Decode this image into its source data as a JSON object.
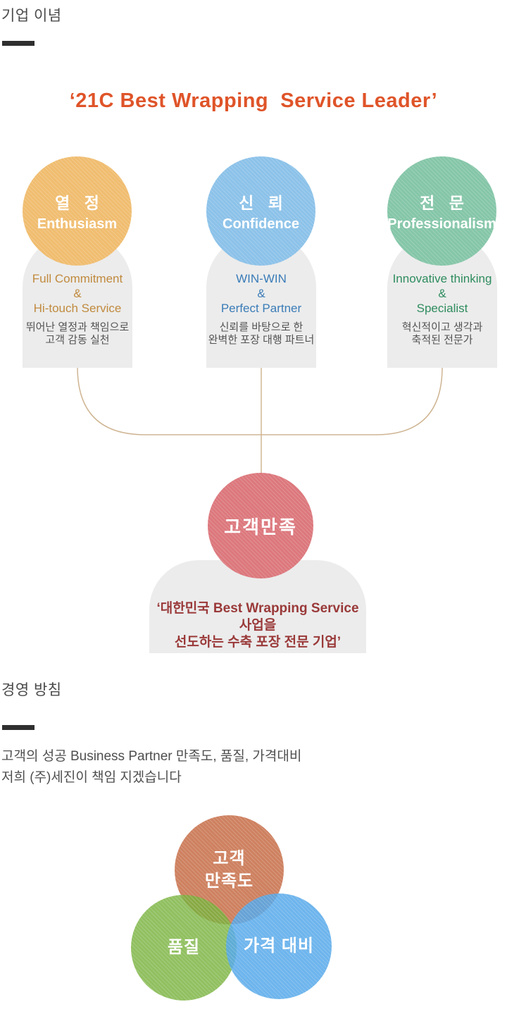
{
  "philosophy": {
    "heading": "기업 이념",
    "title": "‘21C Best Wrapping  Service Leader’",
    "title_color": "#df5429",
    "pillars": [
      {
        "kr": "열 정",
        "en": "Enthusiasm",
        "circle_color": "#f0bd70",
        "accent_color": "#c08a3e",
        "sub_en": [
          "Full Commitment",
          "&",
          "Hi-touch Service"
        ],
        "sub_kr": [
          "뛰어난 열정과 책임으로",
          "고객 감동 실천"
        ]
      },
      {
        "kr": "신 뢰",
        "en": "Confidence",
        "circle_color": "#8cc2e9",
        "accent_color": "#3a7cb8",
        "sub_en": [
          "WIN-WIN",
          "&",
          "Perfect Partner"
        ],
        "sub_kr": [
          "신뢰를 바탕으로 한",
          "완벽한 포장 대행 파트너"
        ]
      },
      {
        "kr": "전 문",
        "en": "Professionalism",
        "circle_color": "#85c6a8",
        "accent_color": "#2e8c5e",
        "sub_en": [
          "Innovative thinking",
          "&",
          "Specialist"
        ],
        "sub_kr": [
          "혁신적이고 생각과",
          "축적된 전문가"
        ]
      }
    ],
    "result": {
      "label": "고객만족",
      "circle_color": "#dc787d",
      "quote_lines": [
        "‘대한민국 Best Wrapping Service 사업을",
        "선도하는 수축 포장 전문 기업’"
      ],
      "quote_color": "#9a3939"
    }
  },
  "policy": {
    "heading": "경영 방침",
    "body_lines": [
      "고객의 성공 Business Partner 만족도, 품질, 가격대비",
      "저희 (주)세진이 책임 지겠습니다"
    ],
    "venn": [
      {
        "lines": [
          "고객",
          "만족도"
        ],
        "color": "#ce8160"
      },
      {
        "lines": [
          "품질"
        ],
        "color": "#91c061"
      },
      {
        "lines": [
          "가격 대비"
        ],
        "color": "#6eb5ed"
      }
    ]
  },
  "decor": {
    "connector_color": "#cfb593",
    "heading_bar_color": "#2f2f2f",
    "arch_background": "#ececec"
  }
}
